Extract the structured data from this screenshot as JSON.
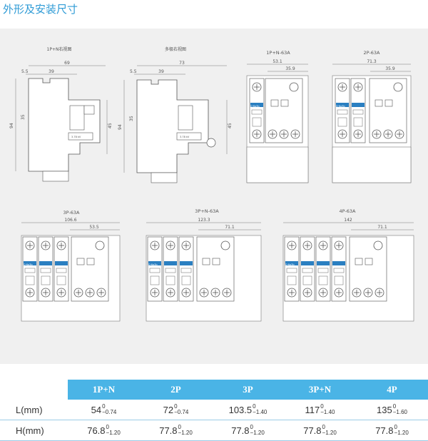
{
  "title": "外形及安装尺寸",
  "drawings": {
    "side_1pn": {
      "label": "1P+N右视图",
      "d_top": "69",
      "d_a": "5.5",
      "d_b": "39",
      "d_h1": "94",
      "d_h2": "35",
      "d_h3": "45",
      "marking": "3.78 kV"
    },
    "side_multi": {
      "label": "多极右视图",
      "d_top": "73",
      "d_a": "5.5",
      "d_b": "39",
      "d_h1": "94",
      "d_h2": "35",
      "d_h3": "45",
      "marking": "3.78 kV"
    },
    "front_1pn": {
      "label": "1P+N-63A",
      "d_total": "53.1",
      "d_right": "35.9"
    },
    "front_2p": {
      "label": "2P-63A",
      "d_total": "71.3",
      "d_right": "35.9"
    },
    "front_3p": {
      "label": "3P-63A",
      "d_total": "106.6",
      "d_right": "53.5"
    },
    "front_3pn": {
      "label": "3P+N-63A",
      "d_total": "123.3",
      "d_right": "71.1"
    },
    "front_4p": {
      "label": "4P-63A",
      "d_total": "142",
      "d_right": "71.1"
    },
    "device_label": "D·6a3b"
  },
  "table": {
    "headers": [
      "1P+N",
      "2P",
      "3P",
      "3P+N",
      "4P"
    ],
    "rows": [
      {
        "label": "L(mm)",
        "cells": [
          {
            "v": "54",
            "up": "0",
            "lo": "−0.74"
          },
          {
            "v": "72",
            "up": "0",
            "lo": "−0.74"
          },
          {
            "v": "103.5",
            "up": "0",
            "lo": "−1.40"
          },
          {
            "v": "117",
            "up": "0",
            "lo": "−1.40"
          },
          {
            "v": "135",
            "up": "0",
            "lo": "−1.60"
          }
        ]
      },
      {
        "label": "H(mm)",
        "cells": [
          {
            "v": "76.8",
            "up": "0",
            "lo": "−1.20"
          },
          {
            "v": "77.8",
            "up": "0",
            "lo": "−1.20"
          },
          {
            "v": "77.8",
            "up": "0",
            "lo": "−1.20"
          },
          {
            "v": "77.8",
            "up": "0",
            "lo": "−1.20"
          },
          {
            "v": "77.8",
            "up": "0",
            "lo": "−1.20"
          }
        ]
      }
    ]
  }
}
